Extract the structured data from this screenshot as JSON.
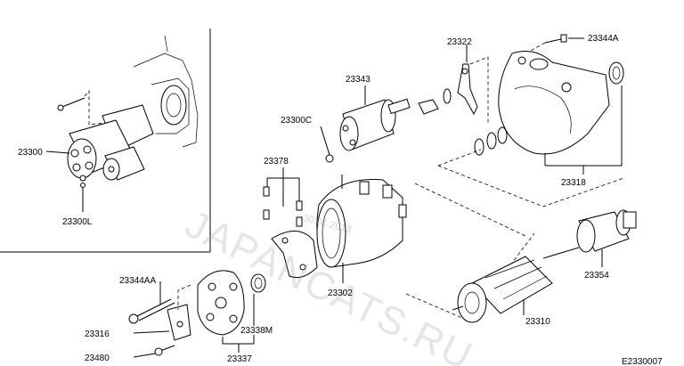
{
  "diagram": {
    "labels": {
      "p23300": "23300",
      "p23300L": "23300L",
      "p23300C": "23300C",
      "p23343": "23343",
      "p23322": "23322",
      "p23344A": "23344A",
      "p23318": "23318",
      "p23378": "23378",
      "p23302": "23302",
      "p23354": "23354",
      "p23310": "23310",
      "p23344AA": "23344AA",
      "p23316": "23316",
      "p23480": "23480",
      "p23338M": "23338M",
      "p23337": "23337"
    },
    "figure_code": "E2330007",
    "watermark": "JAPANCATS.RU",
    "watermark_date": "30.01.2013"
  }
}
